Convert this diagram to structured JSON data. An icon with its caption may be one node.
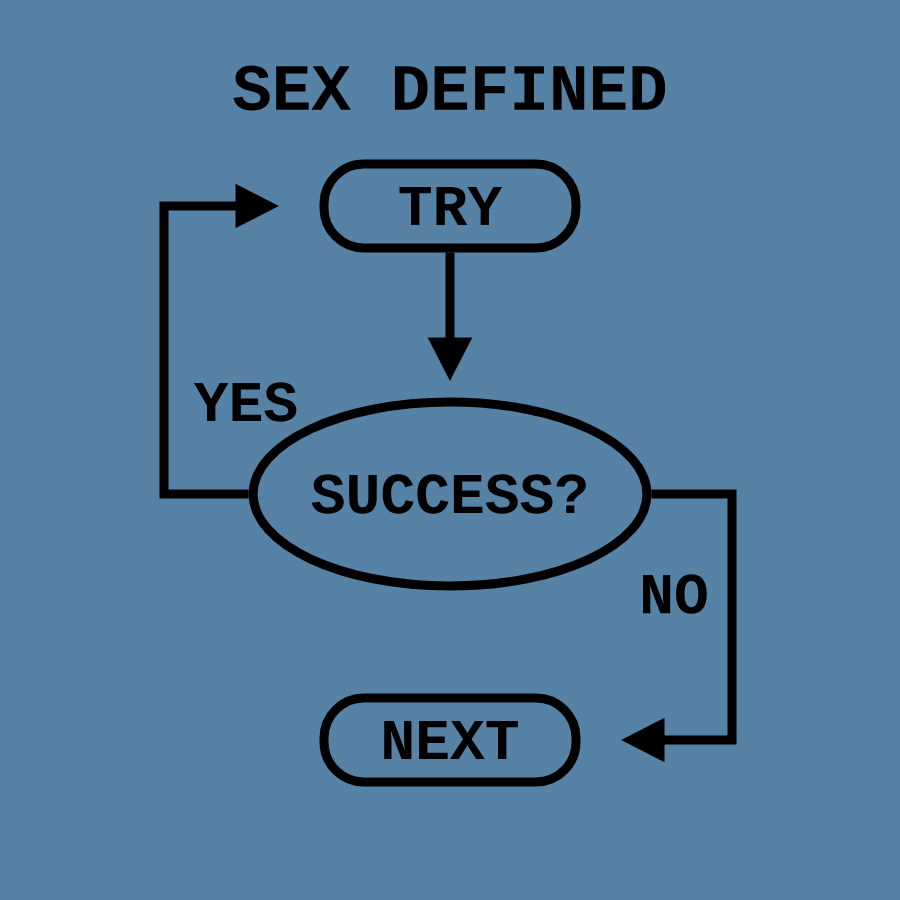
{
  "diagram": {
    "title": "SEX DEFINED",
    "nodes": [
      {
        "text": [
          "TRY"
        ]
      },
      {
        "text": [
          "SUCCESS?"
        ]
      },
      {
        "text": [
          "NEXT"
        ]
      }
    ],
    "edges": [
      {
        "from": 0,
        "to": 1,
        "arrow": "to"
      },
      {
        "from": 1,
        "to": 0,
        "arrow": "to",
        "label": "YES"
      },
      {
        "from": 1,
        "to": 2,
        "arrow": "to",
        "label": "NO"
      }
    ]
  }
}
